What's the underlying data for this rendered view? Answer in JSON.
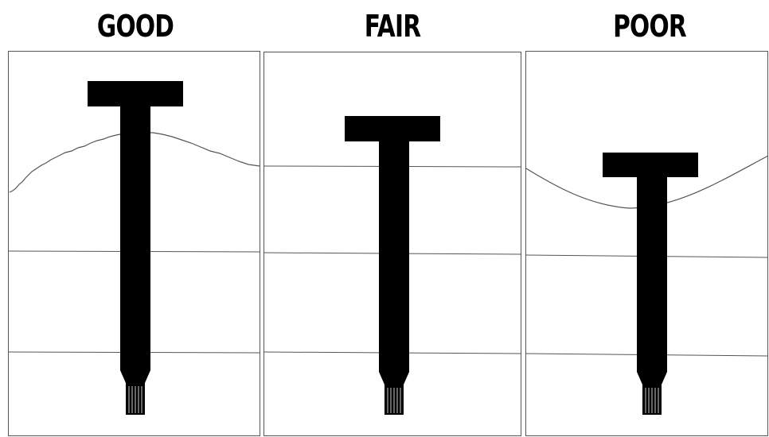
{
  "panels": [
    {
      "label": "GOOD"
    },
    {
      "label": "FAIR"
    },
    {
      "label": "POOR"
    }
  ],
  "colors": {
    "background": "#ffffff",
    "ink": "#000000",
    "line": "#555555"
  }
}
